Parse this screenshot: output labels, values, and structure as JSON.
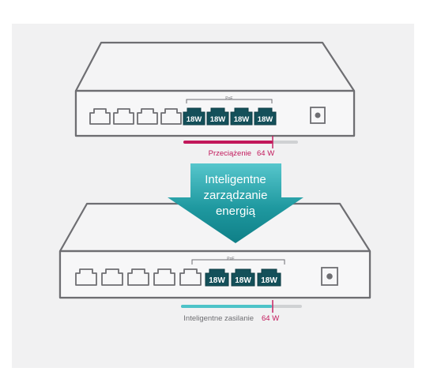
{
  "diagram": {
    "top_switch": {
      "poe_label": "PoE",
      "port_labels": [
        "18W",
        "18W",
        "18W",
        "18W"
      ],
      "bar_fraction": 0.78,
      "status_label": "Przeciążenie",
      "budget_label": "64 W"
    },
    "arrow_label_lines": [
      "Inteligentne",
      "zarządzanie",
      "energią"
    ],
    "bottom_switch": {
      "poe_label": "PoE",
      "port_labels": [
        "18W",
        "18W",
        "18W"
      ],
      "bar_fraction": 0.75,
      "status_label": "Inteligentne zasilanie",
      "budget_label": "64 W"
    }
  },
  "colors": {
    "overload": "#c2185b",
    "smart": "#4dc3c8",
    "track": "#cfd1d3",
    "port_fill": "#14505a",
    "arrow_dark": "#0f7f87",
    "outline": "#6e6e72"
  }
}
